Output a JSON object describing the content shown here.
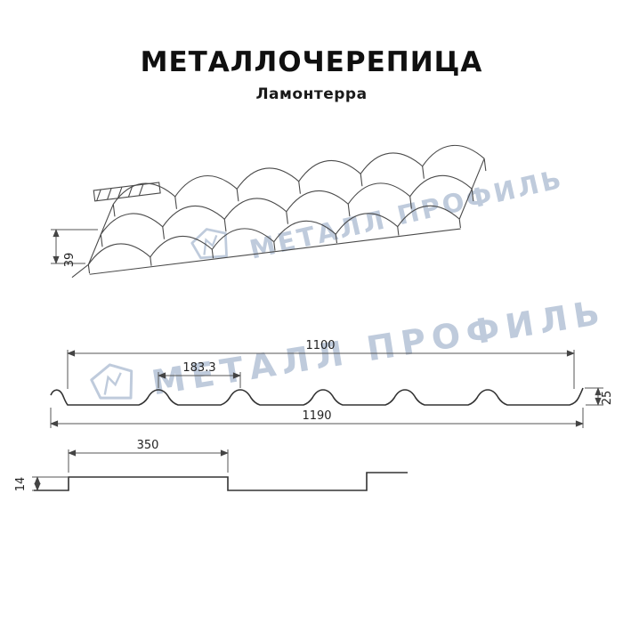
{
  "header": {
    "title": "МЕТАЛЛОЧЕРЕПИЦА",
    "subtitle": "Ламонтерра"
  },
  "watermark": {
    "text": "МЕТАЛЛ ПРОФИЛЬ",
    "color": "#b4c2d6"
  },
  "drawing": {
    "perspective": {
      "eave_height": "39"
    },
    "cross_section": {
      "cover_width": "1100",
      "wave_pitch": "183.3",
      "profile_height": "25",
      "full_width": "1190"
    },
    "step_section": {
      "module_length": "350",
      "step_height": "14"
    }
  }
}
